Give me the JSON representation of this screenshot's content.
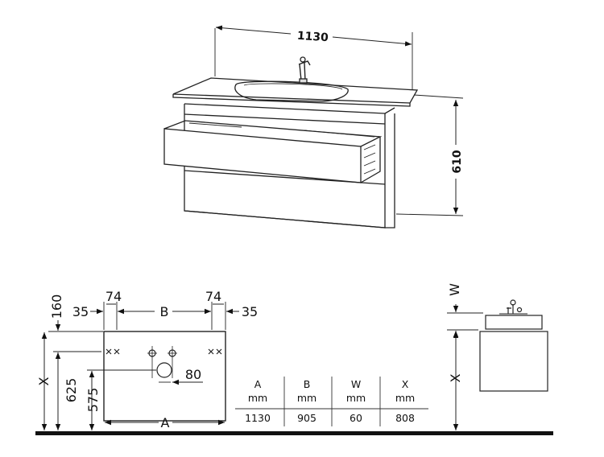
{
  "top_view": {
    "width_label": "1130",
    "height_label": "610"
  },
  "plan_view": {
    "dim_160": "160",
    "dim_35_left": "35",
    "dim_74_left": "74",
    "dim_B": "B",
    "dim_74_right": "74",
    "dim_35_right": "35",
    "dim_X": "X",
    "dim_625": "625",
    "dim_575": "575",
    "dim_80": "80",
    "dim_A": "A"
  },
  "side_view": {
    "dim_W": "W",
    "dim_X": "X"
  },
  "table": {
    "headers": [
      "A",
      "B",
      "W",
      "X"
    ],
    "units": [
      "mm",
      "mm",
      "mm",
      "mm"
    ],
    "values": [
      "1130",
      "905",
      "60",
      "808"
    ]
  }
}
